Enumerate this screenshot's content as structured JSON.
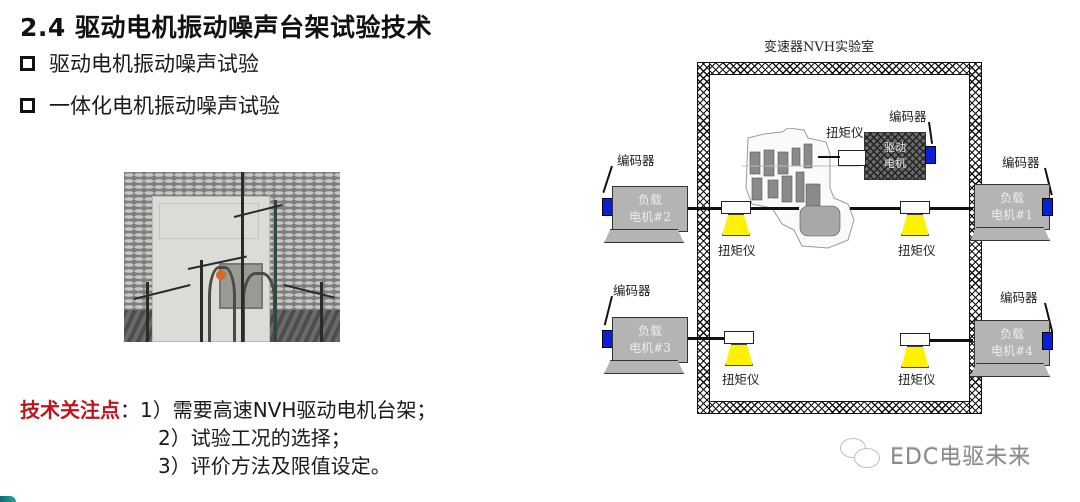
{
  "slide": {
    "title": "2.4 驱动电机振动噪声台架试验技术",
    "bullets": [
      {
        "label": "驱动电机振动噪声试验"
      },
      {
        "label": "一体化电机振动噪声试验"
      }
    ],
    "photo": {
      "alt": "驱动电机NVH台架实物照片（消声室内麦克风阵列与电机台架）"
    },
    "focus_points": {
      "label": "技术关注点",
      "separator": "：",
      "items": [
        "1）需要高速NVH驱动电机台架；",
        "2）试验工况的选择；",
        "3）评价方法及限值设定。"
      ]
    }
  },
  "diagram": {
    "room_title": "变速器NVH实验室",
    "encoder_label": "编码器",
    "torque_meter_label": "扭矩仪",
    "drive_motor_label": [
      "驱动",
      "电机"
    ],
    "load_motors": [
      {
        "id": "2",
        "line1": "负载",
        "line2": "电机#2",
        "side": "left",
        "position": "upper"
      },
      {
        "id": "1",
        "line1": "负载",
        "line2": "电机#1",
        "side": "right",
        "position": "upper"
      },
      {
        "id": "3",
        "line1": "负载",
        "line2": "电机#3",
        "side": "left",
        "position": "lower"
      },
      {
        "id": "4",
        "line1": "负载",
        "line2": "电机#4",
        "side": "right",
        "position": "lower"
      }
    ],
    "colors": {
      "encoder": "#0a1fd6",
      "torque_meter_base": "#fff200",
      "load_motor": "#b4b4b4",
      "wall_hatch": "#111111"
    }
  },
  "watermark": {
    "text": "EDC电驱未来",
    "icon": "wechat-icon"
  },
  "colors": {
    "accent_red": "#c0141c",
    "corner_teal": "#0e6b6b"
  }
}
